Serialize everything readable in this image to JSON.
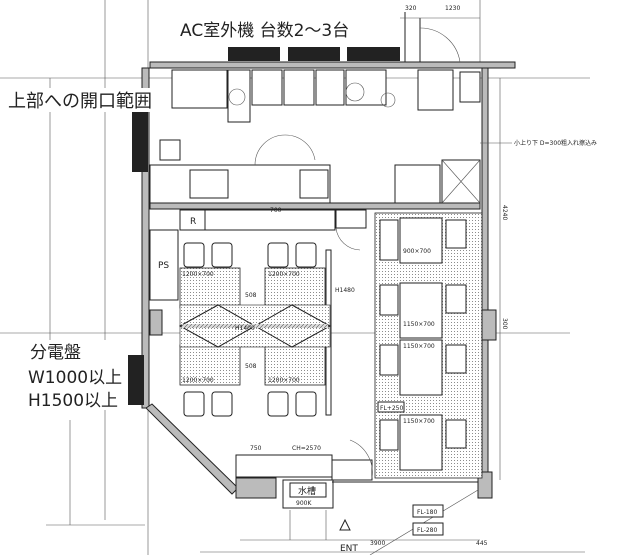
{
  "title_annotations": {
    "ac_units": "AC室外機 台数2～3台",
    "opening": "上部への開口範囲",
    "panel_title": "分電盤",
    "panel_width": "W1000以上",
    "panel_height": "H1500以上",
    "raised_floor": "小上り下 D=300粗入れ擦込み"
  },
  "labels": {
    "ps": "PS",
    "r": "R",
    "tank": "水槽",
    "tank_size": "900K",
    "entrance": "ENT",
    "partition_h1": "H1400",
    "partition_h2": "H1480",
    "table_a": "1200×700",
    "table_b": "1150×700",
    "table_c": "900×700",
    "fl_plus": "FL+250",
    "fl_180": "FL-180",
    "fl_280": "FL-280",
    "ch": "CH=2570"
  },
  "dimensions": {
    "top_a": "320",
    "top_b": "1230",
    "gap_1": "508",
    "gap_2": "508",
    "depth": "700",
    "right": "4240",
    "right_b": "300",
    "bottom_width": "3900",
    "bottom_right": "445",
    "bottom_left": "750"
  }
}
